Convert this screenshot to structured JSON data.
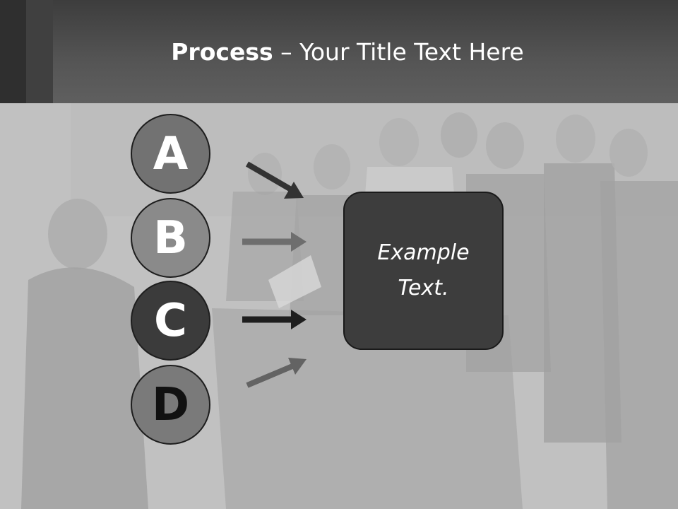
{
  "slide": {
    "title_bold": "Process",
    "title_rest": " – Your Title Text Here"
  },
  "steps": [
    {
      "label": "A",
      "fill": "#727272",
      "text_color": "#ffffff"
    },
    {
      "label": "B",
      "fill": "#8a8a8a",
      "text_color": "#ffffff"
    },
    {
      "label": "C",
      "fill": "#3b3b3b",
      "text_color": "#ffffff"
    },
    {
      "label": "D",
      "fill": "#7a7a7a",
      "text_color": "#111111"
    }
  ],
  "result_box": {
    "line1": "Example",
    "line2": "Text."
  },
  "colors": {
    "header": "#555555",
    "box": "#3d3d3d",
    "arrow_light": "#707070",
    "arrow_dark": "#333333"
  }
}
